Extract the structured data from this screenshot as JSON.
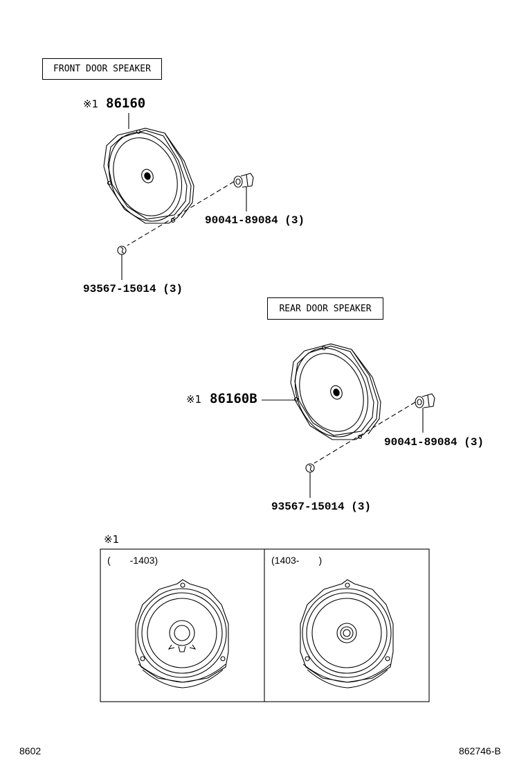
{
  "sections": {
    "front": {
      "title": "FRONT DOOR SPEAKER",
      "mark": "※1",
      "speaker_part": "86160",
      "screw_part": "90041-89084 (3)",
      "nut_part": "93567-15014 (3)"
    },
    "rear": {
      "title": "REAR DOOR SPEAKER",
      "mark": "※1",
      "speaker_part": "86160B",
      "screw_part": "90041-89084 (3)",
      "nut_part": "93567-15014 (3)"
    }
  },
  "variants": {
    "mark": "※1",
    "left_label": "(　　-1403)",
    "right_label": "(1403-　　)"
  },
  "footer": {
    "left_code": "8602",
    "right_code": "862746-B"
  }
}
